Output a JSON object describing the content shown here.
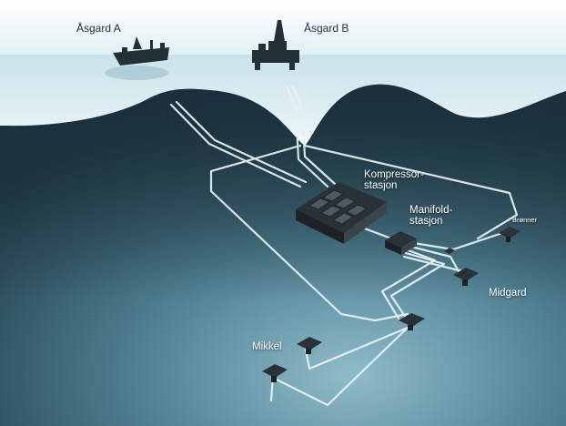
{
  "labels": {
    "asgard_a": "Åsgard A",
    "asgard_b": "Åsgard B",
    "kompressor": "Kompressor-\nstasjon",
    "manifold": "Manifold-\nstasjon",
    "bronner": "Brønner",
    "midgard": "Midgard",
    "mikkel": "Mikkel"
  },
  "colors": {
    "sky": "#e4f1f5",
    "sea_surface": "#cde3ea",
    "deep_water": "#1f3644",
    "seabed": "#5d8c9c",
    "pipeline": "#e8f2f5",
    "equipment": "#2a3237"
  },
  "icons": [
    "ship-icon",
    "platform-icon",
    "compressor-icon",
    "manifold-icon",
    "wellhead-icon"
  ]
}
